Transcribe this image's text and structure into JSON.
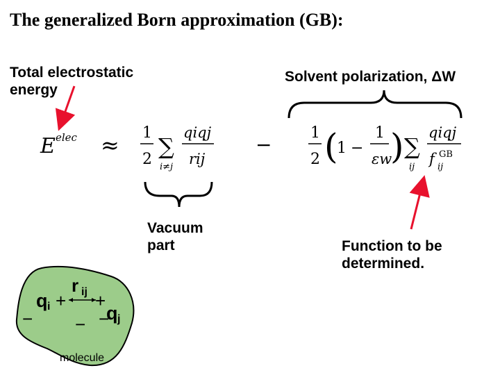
{
  "slide": {
    "title": "The generalized Born approximation (GB):",
    "labels": {
      "total_line1": "Total electrostatic",
      "total_line2": "energy",
      "solvent": "Solvent polarization,  ΔW",
      "vacuum_line1": "Vacuum",
      "vacuum_line2": "part",
      "function_line1": "Function to be",
      "function_line2": "determined."
    },
    "equation": {
      "lhs_symbol": "E",
      "lhs_superscript": "elec",
      "approx": "≈",
      "half_num": "1",
      "half_den": "2",
      "sum": "∑",
      "sum1_sub": "i≠j",
      "term1_num": "qiqj",
      "term1_den": "rij",
      "minus": "−",
      "paren_open": "(",
      "paren_close": ")",
      "one": "1",
      "inner_minus": "−",
      "eps_num": "1",
      "eps_den": "εw",
      "sum2_sub": "ij",
      "term2_num": "qiqj",
      "term2_den": "f",
      "term2_den_sup": "GB",
      "term2_den_sub": "ij"
    },
    "molecule": {
      "label": "molecule",
      "qi": "q",
      "qi_sub": "i",
      "qj": "q",
      "qj_sub": "j",
      "rij": "r",
      "rij_sub": "ij",
      "plus": "+",
      "minus": "−"
    },
    "colors": {
      "arrow": "#e8112d",
      "text": "#000000"
    }
  }
}
